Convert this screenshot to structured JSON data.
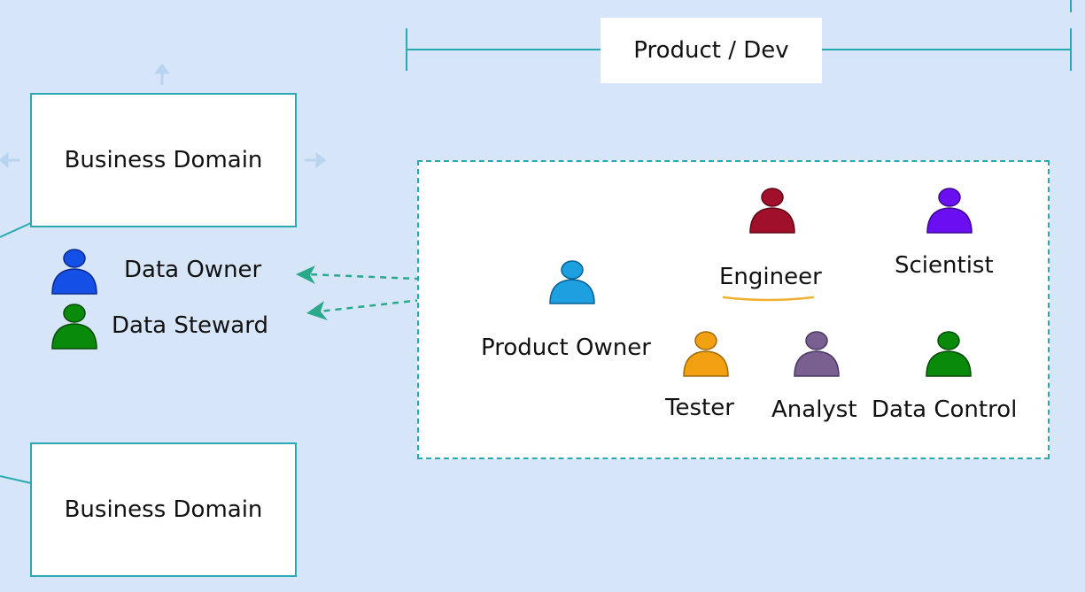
{
  "diagram": {
    "product_header": "Product / Dev",
    "domains": [
      {
        "label": "Business Domain"
      },
      {
        "label": "Business Domain"
      }
    ],
    "domain_roles": [
      {
        "label": "Data Owner",
        "color": "#1450e6"
      },
      {
        "label": "Data Steward",
        "color": "#0a8a0a"
      }
    ],
    "product_roles": {
      "product_owner": {
        "label": "Product Owner",
        "color": "#1ea0e0"
      },
      "engineer": {
        "label": "Engineer",
        "color": "#a0102a"
      },
      "scientist": {
        "label": "Scientist",
        "color": "#6a10f0"
      },
      "tester": {
        "label": "Tester",
        "color": "#f0a010"
      },
      "analyst": {
        "label": "Analyst",
        "color": "#7a6090"
      },
      "data_control": {
        "label": "Data Control",
        "color": "#0a8a0a"
      }
    },
    "colors": {
      "accent": "#2aa9b3",
      "arrow": "#2aa98a",
      "background": "#d6e6f8",
      "highlight": "#f0b030"
    }
  }
}
